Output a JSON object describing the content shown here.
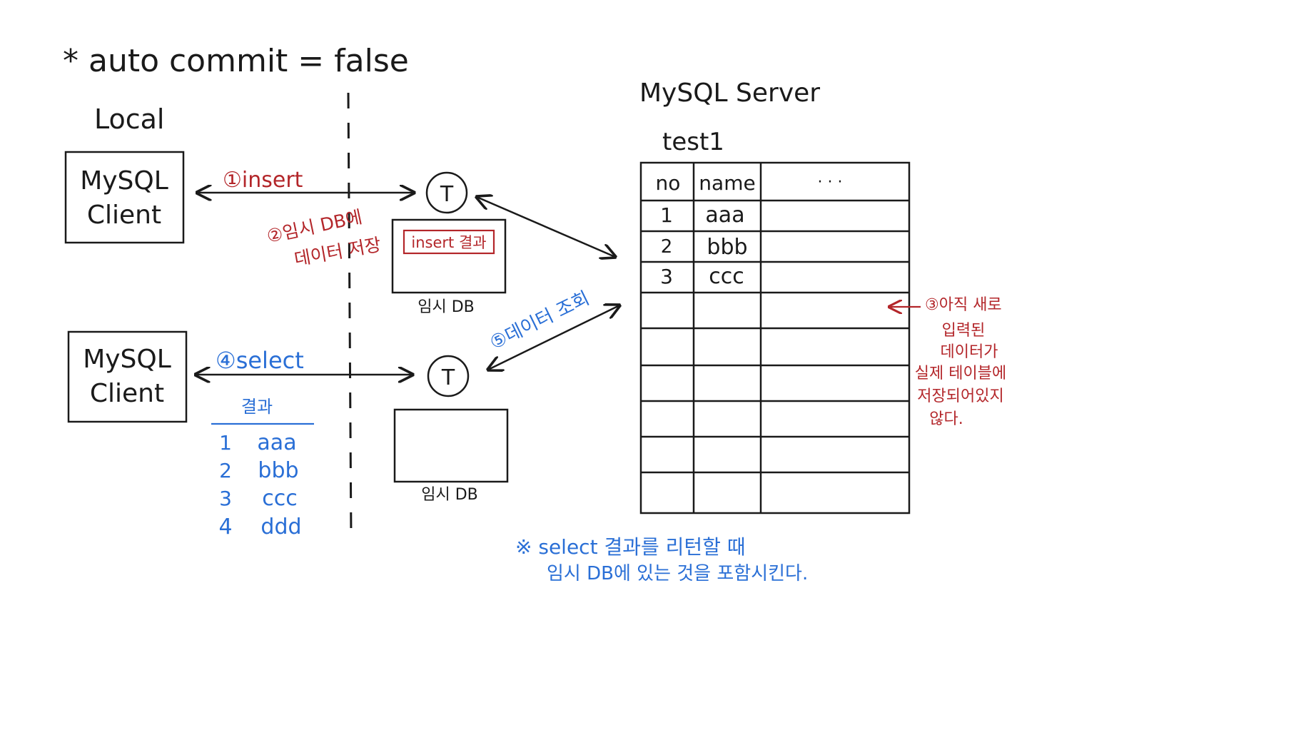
{
  "heading": "* auto commit = false",
  "local_label": "Local",
  "server_label": "MySQL Server",
  "clients": [
    {
      "label_line1": "MySQL",
      "label_line2": "Client"
    },
    {
      "label_line1": "MySQL",
      "label_line2": "Client"
    }
  ],
  "steps": {
    "insert": "①insert",
    "temp_store_line1": "②임시 DB에",
    "temp_store_line2": "데이터 저장",
    "not_stored_lines": [
      "③아직 새로",
      "입력된",
      "데이터가",
      "실제 테이블에",
      "저장되어있지",
      "않다."
    ],
    "select": "④select",
    "query": "⑤데이터 조회"
  },
  "transaction_symbol": "T",
  "temp_db": {
    "label": "임시 DB",
    "insert_result": "insert 결과"
  },
  "select_result": {
    "header": "결과",
    "rows": [
      {
        "no": "1",
        "name": "aaa"
      },
      {
        "no": "2",
        "name": "bbb"
      },
      {
        "no": "3",
        "name": "ccc"
      },
      {
        "no": "4",
        "name": "ddd"
      }
    ]
  },
  "table": {
    "name": "test1",
    "columns": [
      "no",
      "name",
      "· · ·"
    ],
    "rows": [
      {
        "no": "1",
        "name": "aaa"
      },
      {
        "no": "2",
        "name": "bbb"
      },
      {
        "no": "3",
        "name": "ccc"
      }
    ]
  },
  "footnote": {
    "line1": "※ select 결과를 리턴할 때",
    "line2": "임시 DB에 있는 것을 포함시킨다."
  },
  "colors": {
    "ink": "#1a1a1a",
    "red": "#b3262a",
    "blue": "#2a6fd6"
  }
}
